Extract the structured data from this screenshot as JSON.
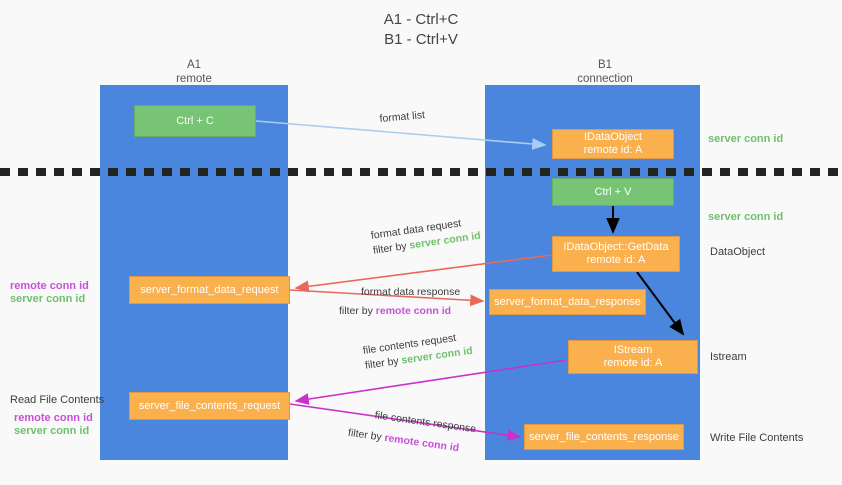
{
  "title": {
    "line1": "A1 - Ctrl+C",
    "line2": "B1 - Ctrl+V"
  },
  "columns": [
    {
      "name": "A1",
      "sub": "remote"
    },
    {
      "name": "B1",
      "sub": "connection"
    }
  ],
  "nodes": {
    "ctrl_c": {
      "label": "Ctrl + C"
    },
    "ctrl_v": {
      "label": "Ctrl + V"
    },
    "idataobject": {
      "line1": "IDataObject",
      "line2": "remote id: A"
    },
    "getdata": {
      "line1": "IDataObject::GetData",
      "line2": "remote id: A"
    },
    "istream": {
      "line1": "IStream",
      "line2": "remote id: A"
    },
    "server_format_data_request": {
      "label": "server_format_data_request"
    },
    "server_format_data_response": {
      "label": "server_format_data_response"
    },
    "server_file_contents_request": {
      "label": "server_file_contents_request"
    },
    "server_file_contents_response": {
      "label": "server_file_contents_response"
    }
  },
  "right_labels": {
    "server_conn_id_top": "server conn id",
    "server_conn_id_mid": "server conn id",
    "dataobject": "DataObject",
    "istream": "Istream",
    "write_file_contents": "Write File Contents"
  },
  "left_labels": {
    "remote_conn_id_1": "remote conn id",
    "server_conn_id_1": "server conn id",
    "read_file_contents": "Read File Contents",
    "remote_conn_id_2": "remote conn id",
    "server_conn_id_2": "server conn id"
  },
  "edges": {
    "format_list": "format list",
    "format_data_request": "format data request",
    "format_data_request_filter_prefix": "filter by ",
    "format_data_request_filter_value": "server conn id",
    "format_data_response": "format data response",
    "format_data_response_filter_prefix": "filter by ",
    "format_data_response_filter_value": "remote conn id",
    "file_contents_request": "file contents request",
    "file_contents_request_filter_prefix": "filter by ",
    "file_contents_request_filter_value": "server conn id",
    "file_contents_response": "file contents response",
    "file_contents_response_filter_prefix": "filter by ",
    "file_contents_response_filter_value": "remote conn id"
  },
  "colors": {
    "lane": "#4a86dd",
    "green_node": "#76c474",
    "orange_node": "#fbb04e",
    "green_text": "#6fc06c",
    "magenta_text": "#c850d8",
    "arrow_blue": "#a9cdf0",
    "arrow_red": "#e8695c",
    "arrow_magenta": "#c832c8",
    "arrow_black": "#000000"
  }
}
